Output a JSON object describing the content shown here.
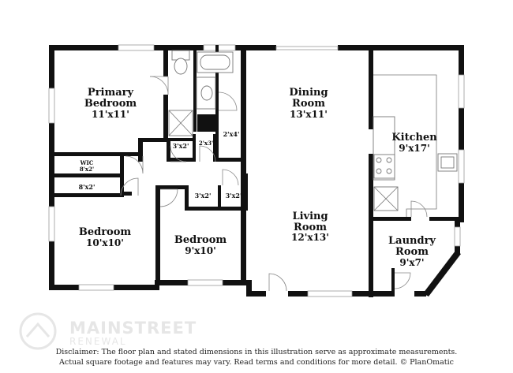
{
  "rooms": [
    {
      "id": "primary-bedroom",
      "name_line1": "Primary",
      "name_line2": "Bedroom",
      "dim": "11'x11'"
    },
    {
      "id": "dining-room",
      "name_line1": "Dining",
      "name_line2": "Room",
      "dim": "13'x11'"
    },
    {
      "id": "kitchen",
      "name_line1": "Kitchen",
      "dim": "9'x17'"
    },
    {
      "id": "bedroom-left",
      "name_line1": "Bedroom",
      "dim": "10'x10'"
    },
    {
      "id": "bedroom-middle",
      "name_line1": "Bedroom",
      "dim": "9'x10'"
    },
    {
      "id": "living-room",
      "name_line1": "Living",
      "name_line2": "Room",
      "dim": "12'x13'"
    },
    {
      "id": "laundry-room",
      "name_line1": "Laundry",
      "name_line2": "Room",
      "dim": "9'x7'"
    }
  ],
  "closets": {
    "hall_a": "3'x2'",
    "hall_b": "2'x3'",
    "bath_closet": "2'x4'",
    "wic_label": "WIC",
    "wic_dim": "8'x2'",
    "linen": "8'x2'",
    "bedroom_closet_a": "3'x2'",
    "bedroom_closet_b": "3'x2'"
  },
  "watermark": {
    "brand": "MAINSTREET",
    "sub": "RENEWAL"
  },
  "disclaimer": {
    "line1": "Disclaimer: The floor plan and stated dimensions in this illustration serve as approximate measurements.",
    "line2": "Actual square footage and features may vary. Read terms and conditions for more detail. © PlanOmatic"
  },
  "colors": {
    "walls": "#111111",
    "watermark": "#e6e6e6"
  }
}
